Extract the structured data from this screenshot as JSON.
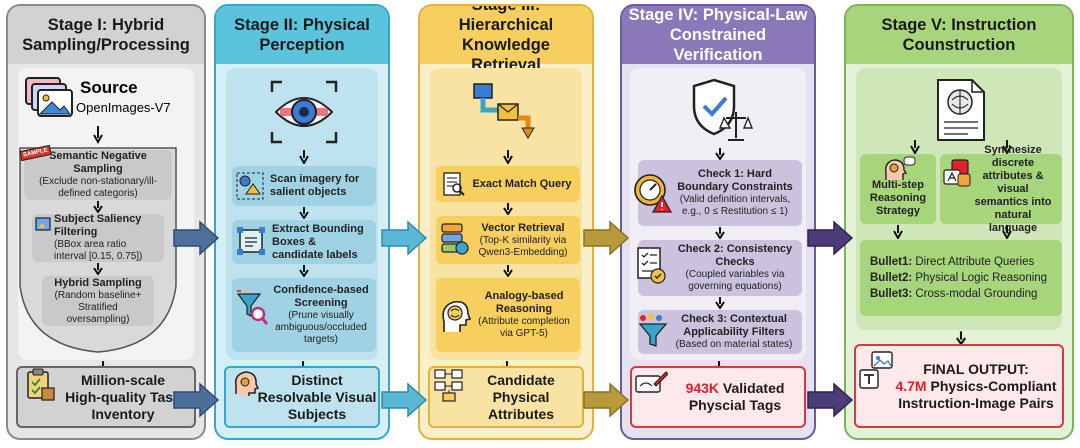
{
  "stages": [
    {
      "title": "Stage I: Hybrid\nSampling/Processing",
      "source_title": "Source",
      "source_sub": "OpenImages-V7",
      "badge": "SAMPLE",
      "steps": [
        {
          "title": "Semantic Negative Sampling",
          "desc": "(Exclude non-stationary/ill-defined categoris)"
        },
        {
          "title": "Subject Saliency Filtering",
          "desc": "(BBox area ratio interval [0.15, 0.75])"
        },
        {
          "title": "Hybrid Sampling",
          "desc": "(Random baseline+ Stratified oversampling)"
        }
      ],
      "output": "Million-scale\nHigh-quality Task\nInventory"
    },
    {
      "title": "Stage II: Physical\nPerception",
      "steps": [
        {
          "title": "Scan imagery for salient objects",
          "desc": ""
        },
        {
          "title": "Extract Bounding Boxes & candidate labels",
          "desc": ""
        },
        {
          "title": "Confidence-based Screening",
          "desc": "(Prune visually ambiguous/occluded targets)"
        }
      ],
      "output": "Distinct\nResolvable Visual\nSubjects"
    },
    {
      "title": "Stage III: Hierarchical\nKnowledge Retrieval",
      "steps": [
        {
          "title": "Exact Match Query",
          "desc": ""
        },
        {
          "title": "Vector Retrieval",
          "desc": "(Top-K similarity via Qwen3-Embedding)"
        },
        {
          "title": "Analogy-based Reasoning",
          "desc": "(Attribute completion via GPT-5)"
        }
      ],
      "output": "Candidate\nPhysical Attributes"
    },
    {
      "title": "Stage IV: Physical-Law\nConstrained Verification",
      "steps": [
        {
          "title": "Check 1: Hard Boundary Constraints",
          "desc": "(Valid definition intervals, e.g., 0 ≤ Restitution ≤ 1)"
        },
        {
          "title": "Check 2: Consistency Checks",
          "desc": "(Coupled variables via governing equations)"
        },
        {
          "title": "Check 3: Contextual Applicability Filters",
          "desc": "(Based on material states)"
        }
      ],
      "output_highlight": "943K",
      "output_rest": " Validated\nPhyscial Tags"
    },
    {
      "title": "Stage V: Instruction\nCounstruction",
      "left_title": "Multi-step\nReasoning\nStrategy",
      "right_title": "Synthesize discrete\nattributes & visual\nsemantics into\nnatural language",
      "bullets": [
        {
          "label": "Bullet1:",
          "text": " Direct Attribute Queries"
        },
        {
          "label": "Bullet2:",
          "text": " Physical Logic Reasoning"
        },
        {
          "label": "Bullet3:",
          "text": " Cross-modal Grounding"
        }
      ],
      "final_title": "FINAL OUTPUT:",
      "final_highlight": "4.7M",
      "final_rest": " Physics-Compliant\nInstruction-Image Pairs"
    }
  ],
  "colors": {
    "stage1": "#e6e6e6",
    "stage1_border": "#8a8a8a",
    "stage2": "#d6eef5",
    "stage2_border": "#3aa5c8",
    "stage3": "#fbefc9",
    "stage3_border": "#e0b43c",
    "stage4": "#e6e1f0",
    "stage4_border": "#6c5a9c",
    "stage5": "#e3f1d6",
    "stage5_border": "#7db35a",
    "final": "#fde8ea",
    "final_border": "#d33a45",
    "highlight": "#e0202a"
  }
}
